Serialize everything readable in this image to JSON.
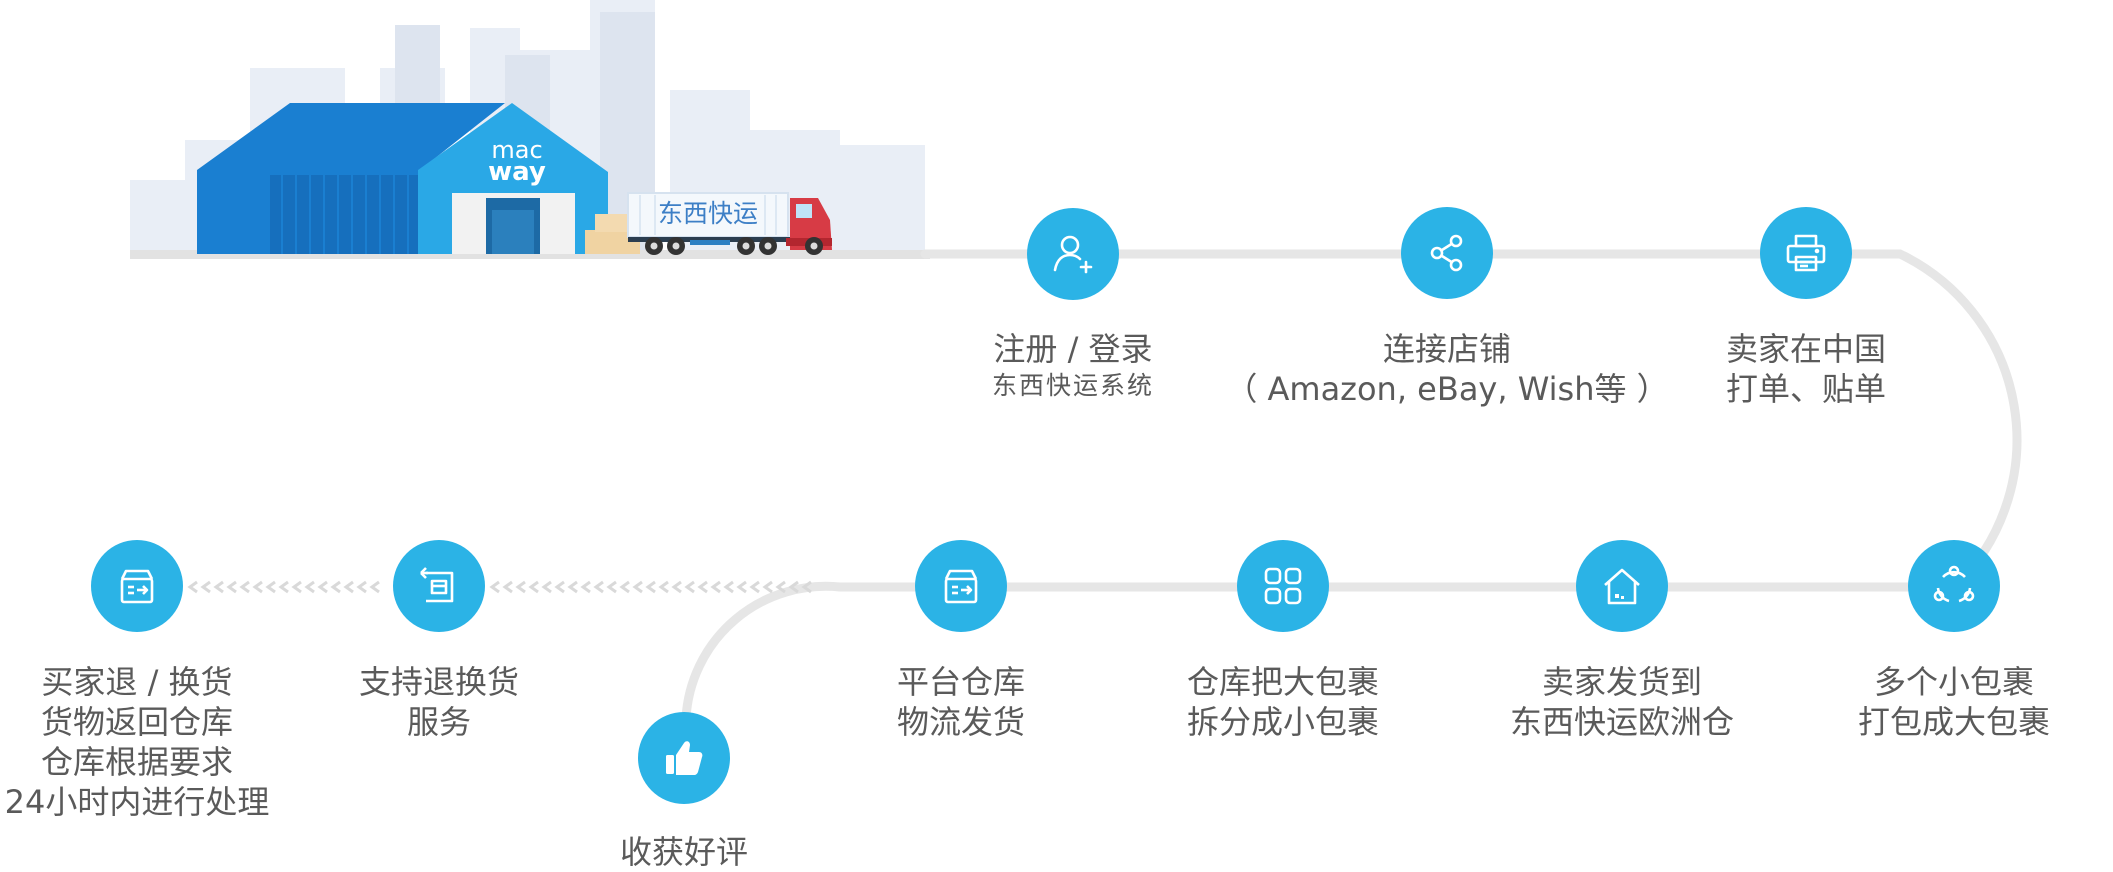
{
  "warehouse": {
    "sign_line1": "mac",
    "sign_line2": "way"
  },
  "truck": {
    "label": "东西快运"
  },
  "colors": {
    "node": "#2bb3e6",
    "track": "#e6e6e6",
    "arrow": "#d9d9d9",
    "text": "#5a5a5a"
  },
  "steps": [
    {
      "icon": "user-add-icon",
      "lines": [
        "注册 / 登录"
      ],
      "sub": "东西快运系统"
    },
    {
      "icon": "share-icon",
      "lines": [
        "连接店铺",
        "（ Amazon, eBay, Wish等 ）"
      ]
    },
    {
      "icon": "printer-icon",
      "lines": [
        "卖家在中国",
        "打单、贴单"
      ]
    },
    {
      "icon": "cycle-icon",
      "lines": [
        "多个小包裹",
        "打包成大包裹"
      ]
    },
    {
      "icon": "house-icon",
      "lines": [
        "卖家发货到",
        "东西快运欧洲仓"
      ]
    },
    {
      "icon": "grid-icon",
      "lines": [
        "仓库把大包裹",
        "拆分成小包裹"
      ]
    },
    {
      "icon": "box-out-icon",
      "lines": [
        "平台仓库",
        "物流发货"
      ]
    },
    {
      "icon": "thumbs-up-icon",
      "lines": [
        "收获好评"
      ]
    },
    {
      "icon": "return-box-icon",
      "lines": [
        "支持退换货",
        "服务"
      ]
    },
    {
      "icon": "box-out-icon",
      "lines": [
        "买家退 / 换货",
        "货物返回仓库",
        "仓库根据要求",
        "24小时内进行处理"
      ]
    }
  ]
}
